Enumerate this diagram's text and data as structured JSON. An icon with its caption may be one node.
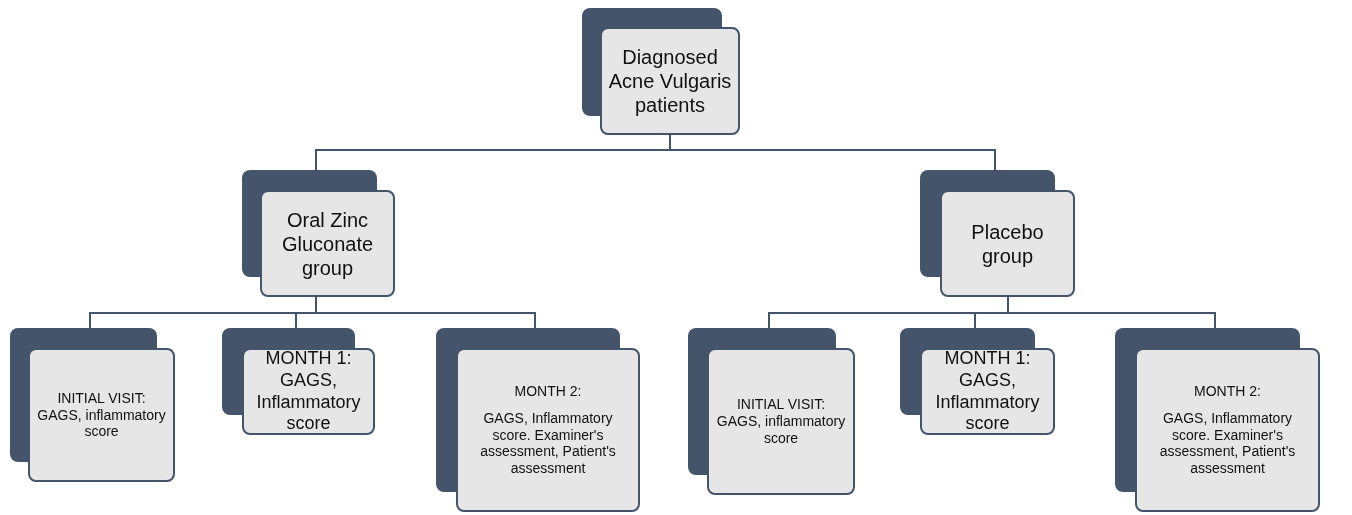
{
  "diagram": {
    "nodes": [
      {
        "text": [
          "Diagnosed Acne Vulgaris patients"
        ]
      },
      {
        "text": [
          "Oral Zinc Gluconate group"
        ]
      },
      {
        "text": [
          "Placebo group"
        ]
      },
      {
        "text": [
          "INITIAL VISIT: GAGS, inflammatory score"
        ]
      },
      {
        "text": [
          "MONTH 1: GAGS, Inflammatory score"
        ]
      },
      {
        "text": [
          "MONTH 2:",
          "GAGS, Inflammatory score. Examiner's assessment, Patient's assessment"
        ]
      },
      {
        "text": [
          "INITIAL VISIT: GAGS, inflammatory score"
        ]
      },
      {
        "text": [
          "MONTH 1: GAGS, Inflammatory score"
        ]
      },
      {
        "text": [
          "MONTH 2:",
          "GAGS, Inflammatory score. Examiner's assessment, Patient's assessment"
        ]
      }
    ],
    "edges": [
      {
        "from": 0,
        "to": 1,
        "arrow": "none"
      },
      {
        "from": 0,
        "to": 2,
        "arrow": "none"
      },
      {
        "from": 1,
        "to": 3,
        "arrow": "none"
      },
      {
        "from": 1,
        "to": 4,
        "arrow": "none"
      },
      {
        "from": 1,
        "to": 5,
        "arrow": "none"
      },
      {
        "from": 2,
        "to": 6,
        "arrow": "none"
      },
      {
        "from": 2,
        "to": 7,
        "arrow": "none"
      },
      {
        "from": 2,
        "to": 8,
        "arrow": "none"
      }
    ]
  }
}
